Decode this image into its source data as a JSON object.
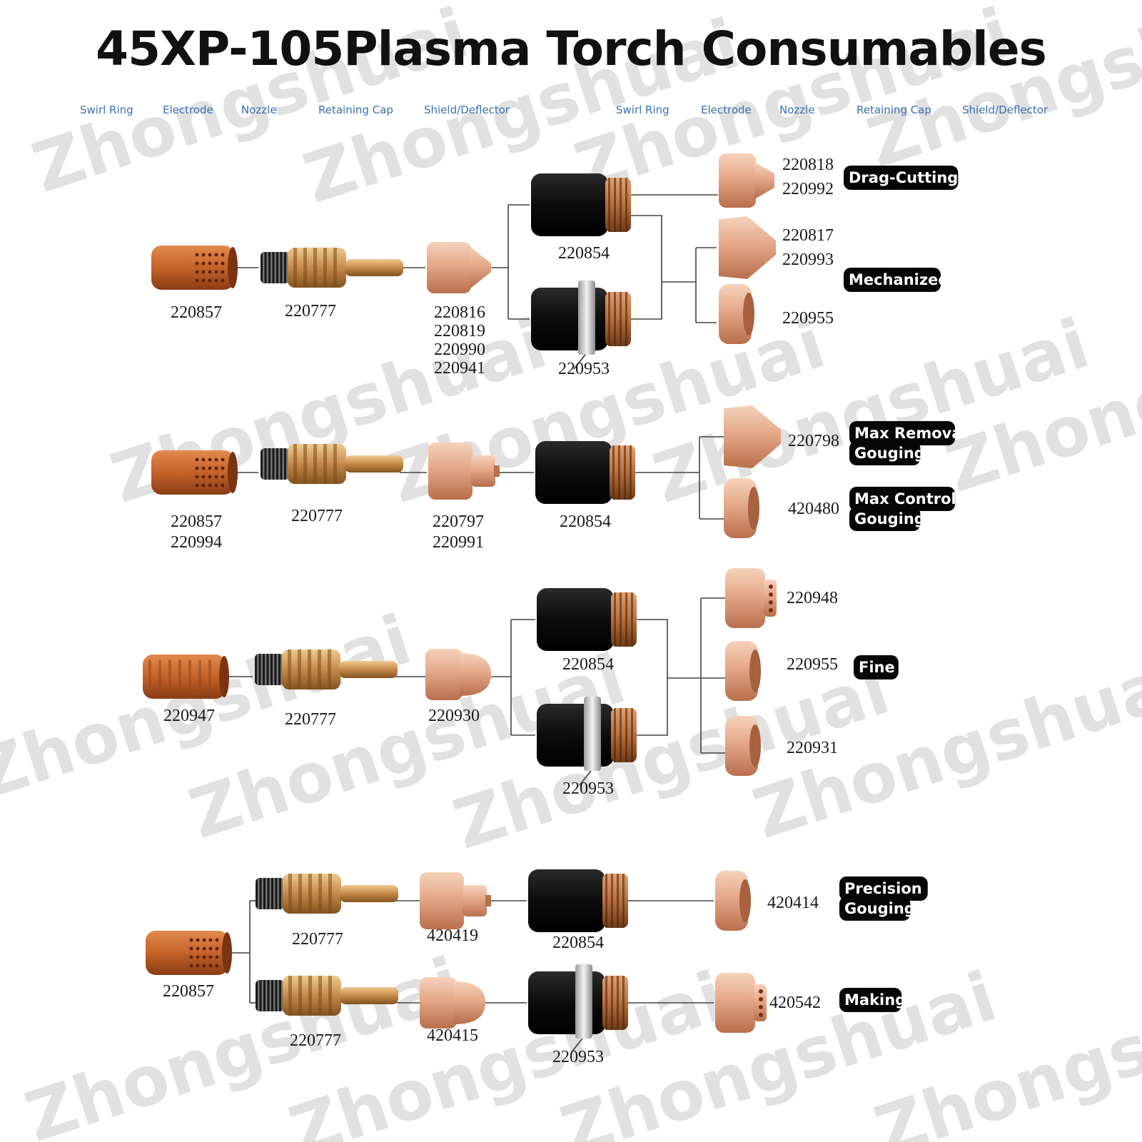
{
  "title": "45XP-105Plasma Torch Consumables",
  "watermark": "Zhongshuai",
  "column_headers": [
    "Swirl Ring",
    "Electrode",
    "Nozzle",
    "Retaining Cap",
    "Shield/Deflector",
    "Swirl Ring",
    "Electrode",
    "Nozzle",
    "Retaining Cap",
    "Shield/Deflector"
  ],
  "colors": {
    "copper": "#e0a87e",
    "brass": "#c58a4a",
    "black": "#0c0c0c",
    "swirl": "#c4622a",
    "header_blue": "#3a6fb0"
  },
  "groups": [
    {
      "swirl_ring": [
        "220857"
      ],
      "electrode": [
        "220777"
      ],
      "nozzle": [
        "220816",
        "220819",
        "220990",
        "220941"
      ],
      "retaining_caps": [
        "220854",
        "220953"
      ],
      "shields": [
        {
          "parts": [
            "220818",
            "220992"
          ],
          "application": "Drag-Cutting"
        },
        {
          "parts": [
            "220817",
            "220993"
          ],
          "application": "Mechanized"
        },
        {
          "parts": [
            "220955"
          ]
        }
      ]
    },
    {
      "swirl_ring": [
        "220857",
        "220994"
      ],
      "electrode": [
        "220777"
      ],
      "nozzle": [
        "220797",
        "220991"
      ],
      "retaining_caps": [
        "220854"
      ],
      "shields": [
        {
          "parts": [
            "220798"
          ],
          "application": [
            "Max Removal",
            "Gouging"
          ]
        },
        {
          "parts": [
            "420480"
          ],
          "application": [
            "Max Control",
            "Gouging"
          ]
        }
      ]
    },
    {
      "swirl_ring": [
        "220947"
      ],
      "electrode": [
        "220777"
      ],
      "nozzle": [
        "220930"
      ],
      "retaining_caps": [
        "220854",
        "220953"
      ],
      "shields": [
        {
          "parts": [
            "220948"
          ]
        },
        {
          "parts": [
            "220955"
          ],
          "application": "Fine"
        },
        {
          "parts": [
            "220931"
          ]
        }
      ]
    },
    {
      "swirl_ring": [
        "220857"
      ],
      "branches": [
        {
          "electrode": "220777",
          "nozzle": "420419",
          "retaining_cap": "220854",
          "shield": "420414",
          "application": [
            "Precision",
            "Gouging"
          ]
        },
        {
          "electrode": "220777",
          "nozzle": "420415",
          "retaining_cap": "220953",
          "shield": "420542",
          "application": "Making"
        }
      ]
    }
  ]
}
